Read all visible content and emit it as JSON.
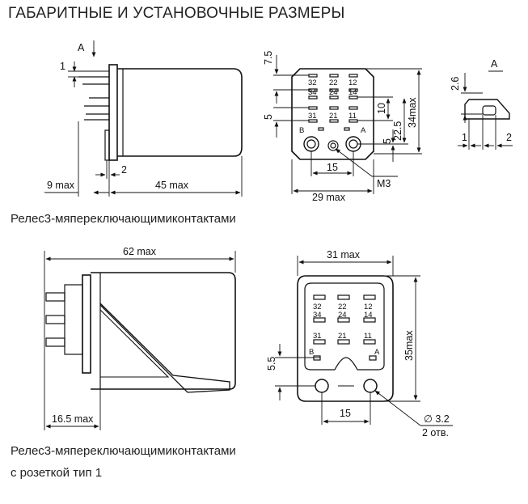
{
  "title": "ГАБАРИТНЫЕ И УСТАНОВОЧНЫЕ РАЗМЕРЫ",
  "caption1": "Релес3-мяпереключающимиконтактами",
  "caption2_line1": "Релес3-мяпереключающимиконтактами",
  "caption2_line2": "с розеткой тип 1",
  "fig1": {
    "view_letter_a": "А",
    "dim_1": "1",
    "dim_9max": "9 max",
    "dim_2": "2",
    "dim_45max": "45 max"
  },
  "fig2": {
    "pins_row1": [
      "32",
      "22",
      "12"
    ],
    "pins_row2": [
      "34",
      "24",
      "14"
    ],
    "pins_row3": [
      "31",
      "21",
      "11"
    ],
    "label_b": "В",
    "label_a": "А",
    "dim_7_5": "7.5",
    "dim_5_left": "5",
    "dim_10": "10",
    "dim_22_5": "22.5",
    "dim_34max": "34max",
    "dim_5_right": "5",
    "dim_15": "15",
    "dim_29max": "29 max",
    "screw_m3": "М3"
  },
  "fig3": {
    "view_a": "А",
    "dim_2_6": "2.6",
    "dim_1": "1",
    "dim_2": "2"
  },
  "fig4": {
    "dim_62max": "62 max",
    "dim_16_5max": "16.5 max"
  },
  "fig5": {
    "pins_row1": [
      "32",
      "22",
      "12"
    ],
    "pins_row2": [
      "34",
      "24",
      "14"
    ],
    "pins_row3": [
      "31",
      "21",
      "11"
    ],
    "label_b": "В",
    "label_a": "А",
    "dim_31max": "31 max",
    "dim_35max": "35max",
    "dim_5_5": "5.5",
    "dim_15": "15",
    "hole_dia": "∅ 3.2",
    "hole_count": "2 отв."
  }
}
